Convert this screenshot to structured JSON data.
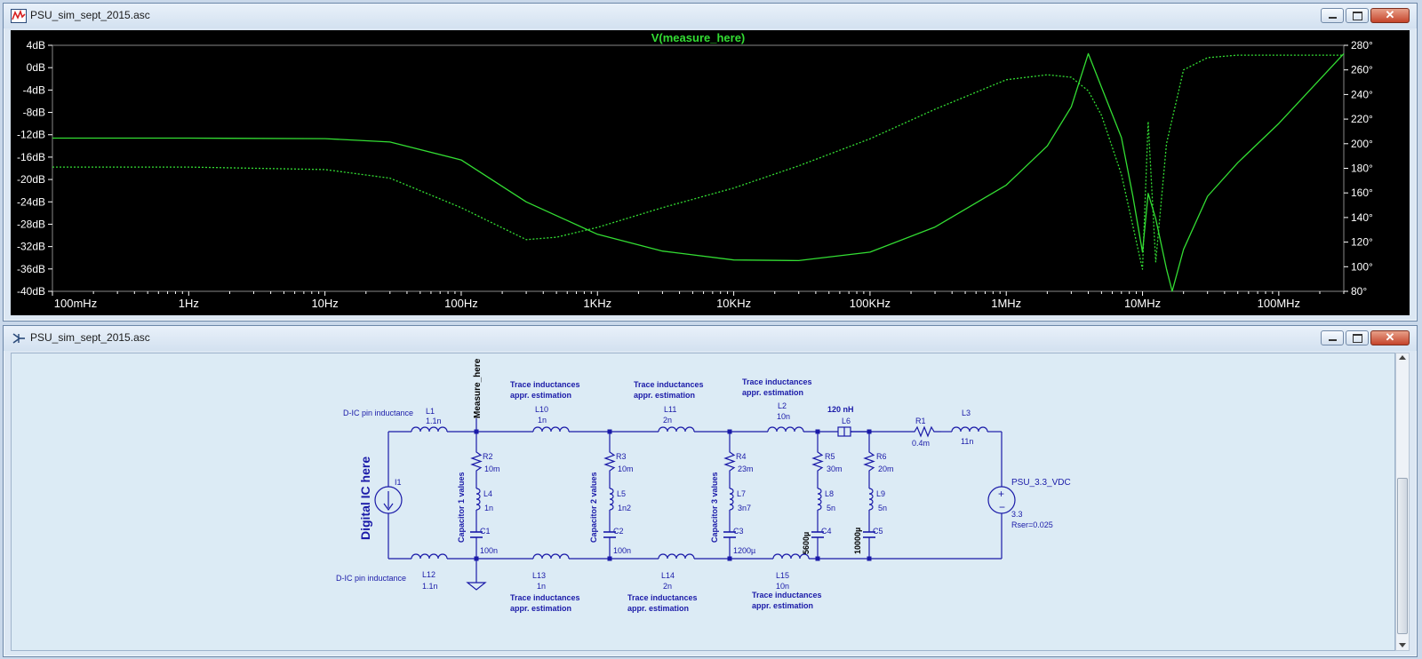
{
  "plot_window": {
    "title": "PSU_sim_sept_2015.asc",
    "trace_title": "V(measure_here)",
    "left_axis_ticks": [
      "4dB",
      "0dB",
      "-4dB",
      "-8dB",
      "-12dB",
      "-16dB",
      "-20dB",
      "-24dB",
      "-28dB",
      "-32dB",
      "-36dB",
      "-40dB"
    ],
    "right_axis_ticks": [
      "280°",
      "260°",
      "240°",
      "220°",
      "200°",
      "180°",
      "160°",
      "140°",
      "120°",
      "100°",
      "80°"
    ],
    "x_axis_ticks": [
      "100mHz",
      "1Hz",
      "10Hz",
      "100Hz",
      "1KHz",
      "10KHz",
      "100KHz",
      "1MHz",
      "10MHz",
      "100MHz"
    ]
  },
  "chart_data": {
    "type": "line",
    "title": "V(measure_here)",
    "x_scale": "log",
    "xlim_hz": [
      0.1,
      300000000
    ],
    "ylim_db": [
      -40,
      4
    ],
    "y2lim_deg": [
      80,
      280
    ],
    "grid": false,
    "trace_color": "#33dd33",
    "series": [
      {
        "name": "magnitude (dB)",
        "axis": "left",
        "x": [
          0.1,
          1,
          10,
          30,
          100,
          300,
          1000,
          3000,
          10000,
          30000,
          100000,
          300000,
          1000000,
          2000000,
          3000000,
          4000000,
          5000000,
          7000000,
          8500000,
          10000000,
          11000000,
          12500000,
          15000000,
          16500000,
          20000000,
          30000000,
          50000000,
          100000000,
          300000000
        ],
        "values": [
          -12.6,
          -12.6,
          -12.7,
          -13.3,
          -16.5,
          -24,
          -29.8,
          -32.8,
          -34.4,
          -34.5,
          -33,
          -28.5,
          -21,
          -14,
          -7,
          2.5,
          -3.5,
          -12.5,
          -23,
          -33,
          -22.5,
          -27,
          -36,
          -40,
          -32.5,
          -23,
          -17,
          -10,
          2.5
        ]
      },
      {
        "name": "phase (deg)",
        "axis": "right",
        "x": [
          0.1,
          1,
          10,
          30,
          100,
          300,
          500,
          1000,
          3000,
          10000,
          30000,
          100000,
          300000,
          1000000,
          2000000,
          3000000,
          4000000,
          5000000,
          7000000,
          10000000,
          11000000,
          12500000,
          15000000,
          20000000,
          30000000,
          50000000,
          100000000,
          300000000
        ],
        "values": [
          181,
          181,
          179,
          172,
          148,
          122,
          124,
          132,
          148,
          164,
          182,
          204,
          228,
          252,
          256,
          254,
          243,
          223,
          175,
          98,
          218,
          104,
          200,
          260,
          270,
          272,
          272,
          272
        ]
      }
    ]
  },
  "schematic_window": {
    "title": "PSU_sim_sept_2015.asc",
    "net_label": "Measure_here",
    "labels": {
      "digital_ic": "Digital IC here",
      "dic_pin_top": "D-IC pin inductance",
      "dic_pin_bottom": "D-IC pin inductance",
      "trace_line1": "Trace inductances",
      "trace_line2": "appr. estimation",
      "cap1": "Capacitor 1 values",
      "cap2": "Capacitor 2 values",
      "cap3": "Capacitor 3 values",
      "nh120": "120 nH"
    },
    "components": {
      "I1": {
        "name": "I1"
      },
      "L1": {
        "name": "L1",
        "value": "1.1n"
      },
      "L12": {
        "name": "L12",
        "value": "1.1n"
      },
      "R2": {
        "name": "R2",
        "value": "10m"
      },
      "L4": {
        "name": "L4",
        "value": "1n"
      },
      "C1": {
        "name": "C1",
        "value": "100n"
      },
      "L10": {
        "name": "L10",
        "value": "1n"
      },
      "L13": {
        "name": "L13",
        "value": "1n"
      },
      "R3": {
        "name": "R3",
        "value": "10m"
      },
      "L5": {
        "name": "L5",
        "value": "1n2"
      },
      "C2": {
        "name": "C2",
        "value": "100n"
      },
      "L11": {
        "name": "L11",
        "value": "2n"
      },
      "L14": {
        "name": "L14",
        "value": "2n"
      },
      "R4": {
        "name": "R4",
        "value": "23m"
      },
      "L7": {
        "name": "L7",
        "value": "3n7"
      },
      "C3": {
        "name": "C3",
        "value": "1200µ"
      },
      "L2": {
        "name": "L2",
        "value": "10n"
      },
      "L15": {
        "name": "L15",
        "value": "10n"
      },
      "R5": {
        "name": "R5",
        "value": "30m"
      },
      "L8": {
        "name": "L8",
        "value": "5n"
      },
      "C4": {
        "name": "C4",
        "value": "5600µ"
      },
      "L6": {
        "name": "L6"
      },
      "R6": {
        "name": "R6",
        "value": "20m"
      },
      "L9": {
        "name": "L9",
        "value": "5n"
      },
      "C5": {
        "name": "C5",
        "value": "10000µ"
      },
      "R1": {
        "name": "R1",
        "value": "0.4m"
      },
      "L3": {
        "name": "L3",
        "value": "11n"
      },
      "V1": {
        "name": "PSU_3.3_VDC",
        "value": "3.3",
        "rser": "Rser=0.025"
      }
    }
  },
  "colors": {
    "plot_bg": "#000000",
    "trace": "#33dd33",
    "schematic_bg": "#dcebf5",
    "wire": "#1a1aa8",
    "label": "#1a1aa8",
    "node": "#1a1aa8"
  }
}
